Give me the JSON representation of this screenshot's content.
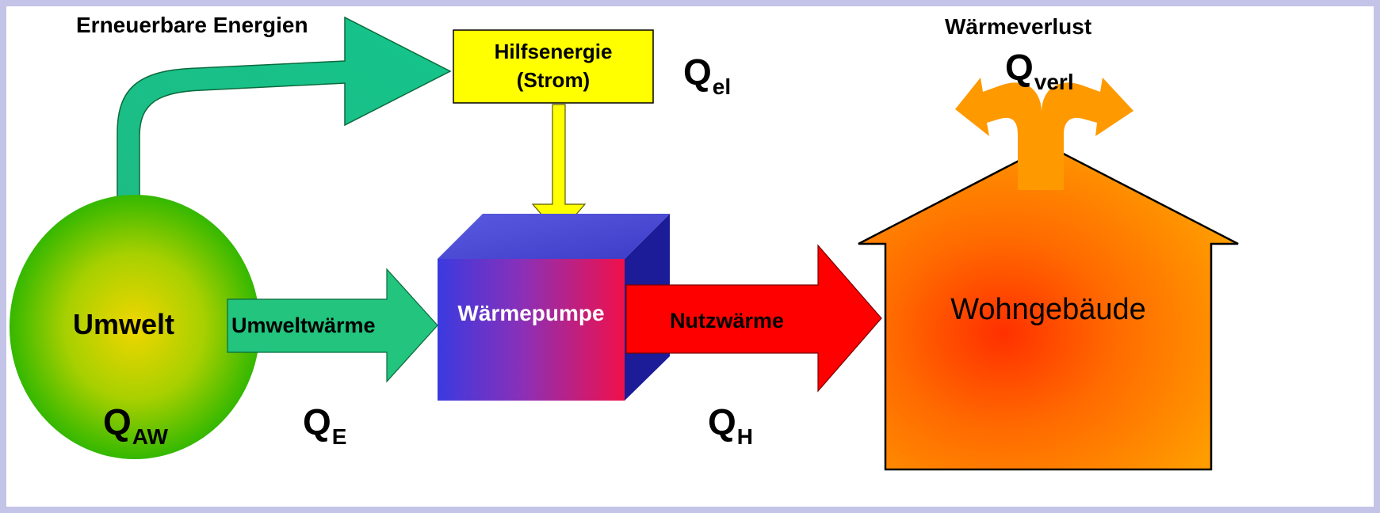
{
  "labels": {
    "renewable": "Erneuerbare Energien",
    "auxiliary_line1": "Hilfsenergie",
    "auxiliary_line2": "(Strom)",
    "heat_loss": "Wärmeverlust",
    "environment": "Umwelt",
    "environment_heat": "Umweltwärme",
    "heat_pump": "Wärmepumpe",
    "useful_heat": "Nutzwärme",
    "building": "Wohngebäude"
  },
  "quantities": {
    "q_el": {
      "symbol": "Q",
      "subscript": "el"
    },
    "q_verl": {
      "symbol": "Q",
      "subscript": "verl"
    },
    "q_aw": {
      "symbol": "Q",
      "subscript": "AW"
    },
    "q_e": {
      "symbol": "Q",
      "subscript": "E"
    },
    "q_h": {
      "symbol": "Q",
      "subscript": "H"
    }
  },
  "colors": {
    "page_border": "#c4c4e8",
    "background": "#ffffff",
    "renewable_arrow": "#19c286",
    "environment_arrow": "#22c47e",
    "auxiliary_box": "#ffff00",
    "auxiliary_arrow": "#ffff00",
    "environment_sphere_center": "#f0d600",
    "environment_sphere_edge": "#34b800",
    "pump_left": "#3a3ae0",
    "pump_right": "#f0104a",
    "pump_top": "#4a4ad4",
    "pump_side": "#1c1c98",
    "useful_heat_arrow": "#ff0000",
    "building_center": "#ff3a00",
    "building_edge": "#ff9a00",
    "heat_loss_arrow": "#ff9900"
  }
}
